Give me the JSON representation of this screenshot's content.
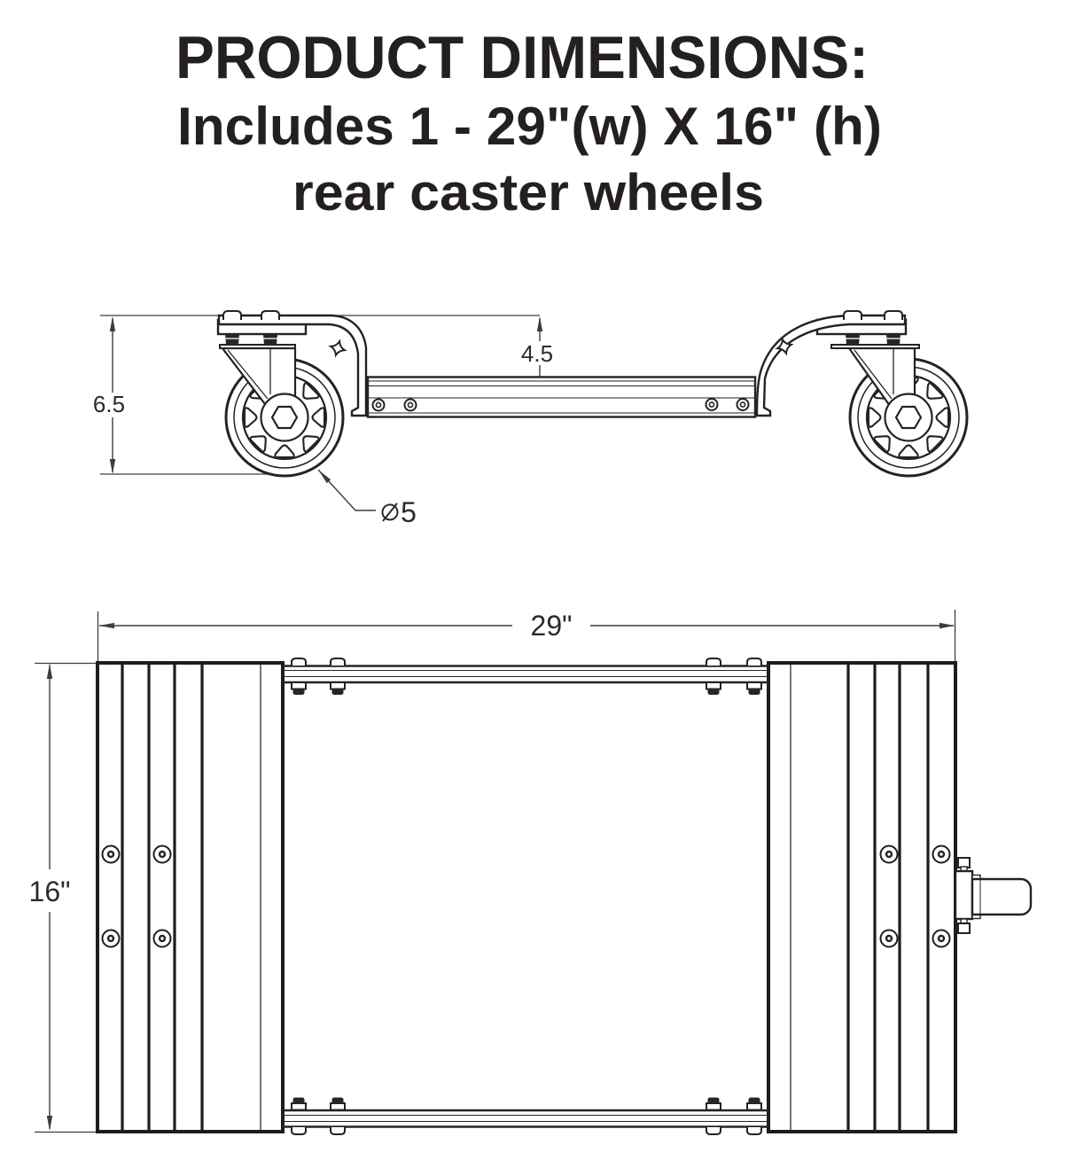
{
  "title": {
    "line1": "PRODUCT DIMENSIONS:",
    "line2": "Includes 1 - 29\"(w) X 16\" (h)",
    "line3": "rear caster wheels"
  },
  "side_view": {
    "overall_height_label": "6.5",
    "mount_height_label": "4.5",
    "wheel_diameter_value": "5"
  },
  "top_view": {
    "width_label": "29\"",
    "height_label": "16\""
  },
  "colors": {
    "ink": "#241f21",
    "line": "#3d3d3d"
  }
}
